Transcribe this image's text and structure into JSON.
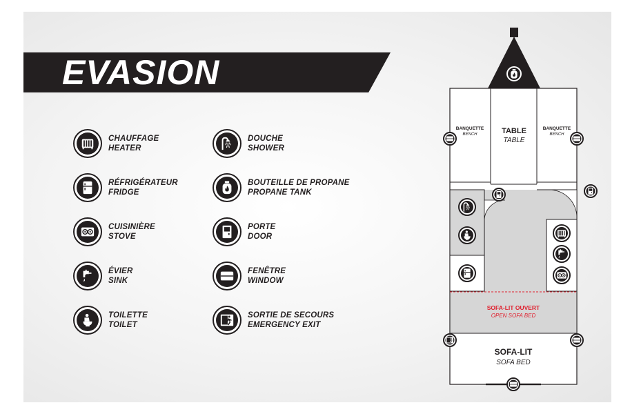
{
  "title": "EVASION",
  "legend": [
    {
      "icon": "heater-icon",
      "fr": "CHAUFFAGE",
      "en": "HEATER"
    },
    {
      "icon": "fridge-icon",
      "fr": "RÉFRIGÉRATEUR",
      "en": "FRIDGE"
    },
    {
      "icon": "stove-icon",
      "fr": "CUISINIÈRE",
      "en": "STOVE"
    },
    {
      "icon": "sink-icon",
      "fr": "ÉVIER",
      "en": "SINK"
    },
    {
      "icon": "toilet-icon",
      "fr": "TOILETTE",
      "en": "TOILET"
    },
    {
      "icon": "shower-icon",
      "fr": "DOUCHE",
      "en": "SHOWER"
    },
    {
      "icon": "propane-tank-icon",
      "fr": "BOUTEILLE DE PROPANE",
      "en": "PROPANE TANK"
    },
    {
      "icon": "door-icon",
      "fr": "PORTE",
      "en": "DOOR"
    },
    {
      "icon": "window-icon",
      "fr": "FENÊTRE",
      "en": "WINDOW"
    },
    {
      "icon": "emergency-exit-icon",
      "fr": "SORTIE DE SECOURS",
      "en": "EMERGENCY EXIT"
    }
  ],
  "plan": {
    "bench_left": {
      "fr": "BANQUETTE",
      "en": "BENCH"
    },
    "table": {
      "fr": "TABLE",
      "en": "TABLE"
    },
    "bench_right": {
      "fr": "BANQUETTE",
      "en": "BENCH"
    },
    "open_sofa_bed": {
      "fr": "SOFA-LIT OUVERT",
      "en": "OPEN SOFA BED"
    },
    "sofa_bed": {
      "fr": "SOFA-LIT",
      "en": "SOFA BED"
    }
  },
  "colors": {
    "ink": "#231f20",
    "accent_red": "#e0202e",
    "floor_gray": "#d6d6d6"
  }
}
